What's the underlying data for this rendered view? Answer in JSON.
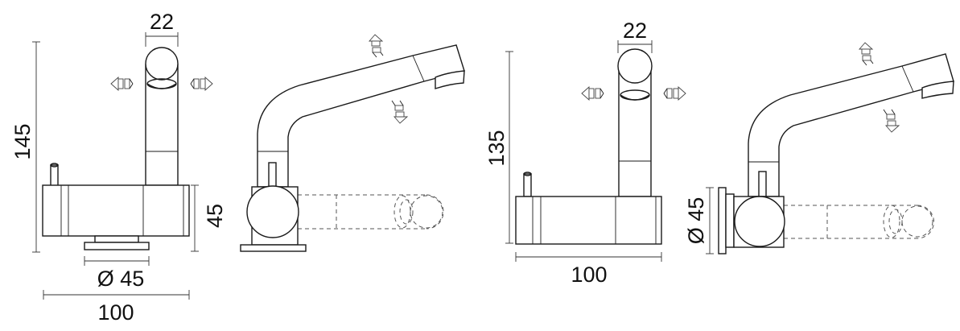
{
  "views": [
    {
      "name": "front-view-145",
      "dimensions": {
        "top_width": "22",
        "height": "145",
        "body_height": "45",
        "base_diameter": "Ø 45",
        "overall_width": "100"
      }
    },
    {
      "name": "side-view-145",
      "dimensions": {}
    },
    {
      "name": "front-view-135",
      "dimensions": {
        "top_width": "22",
        "height": "135",
        "overall_width": "100"
      }
    },
    {
      "name": "side-view-135",
      "dimensions": {
        "wall_diameter": "Ø 45"
      }
    }
  ]
}
